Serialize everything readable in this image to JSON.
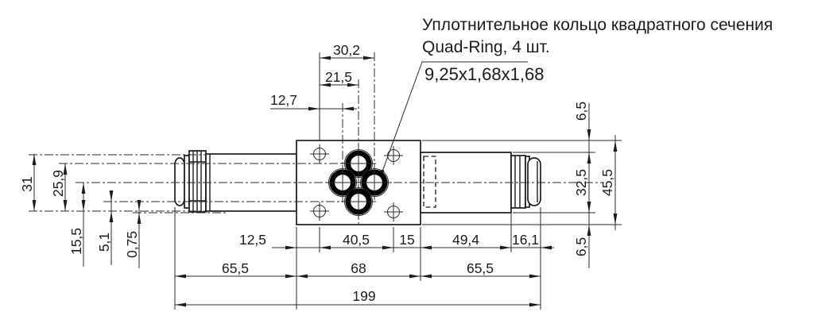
{
  "annotation": {
    "line1": "Уплотнительное кольцо квадратного сечения",
    "line2": "Quad-Ring, 4 шт.",
    "size_label": "9,25x1,68x1,68"
  },
  "dims": {
    "top": {
      "hole_to_b_port": "30,2",
      "hole_to_tp_ports": "21,5",
      "hole_to_a_port": "12,7"
    },
    "left": {
      "pattern_height": "31",
      "port_t_offset": "25,9",
      "port_ab_offset": "15,5",
      "port_p_offset": "5,1",
      "hole_offset": "0,75"
    },
    "right": {
      "top_offset": "6,5",
      "body_height": "32,5",
      "plate_height": "45,5",
      "bottom_offset": "6,5"
    },
    "bottom": {
      "row1": [
        "12,5",
        "40,5",
        "15",
        "49,4",
        "16,1"
      ],
      "row2": [
        "65,5",
        "68",
        "65,5"
      ],
      "row3": [
        "199"
      ]
    }
  },
  "colors": {
    "line": "#1c1c1b",
    "background": "#ffffff",
    "ring": "#000000"
  }
}
